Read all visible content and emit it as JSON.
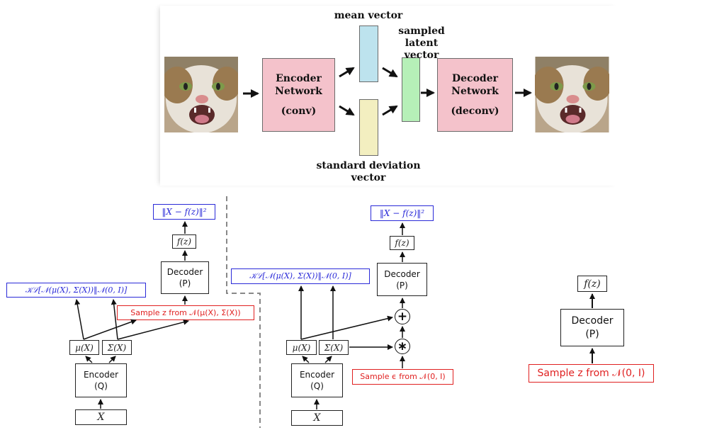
{
  "top": {
    "mean_vector": "mean vector",
    "sampled_latent": [
      "sampled",
      "latent vector"
    ],
    "std_vector": [
      "standard deviation",
      "vector"
    ],
    "encoder": [
      "Encoder",
      "Network",
      "(conv)"
    ],
    "decoder": [
      "Decoder",
      "Network",
      "(deconv)"
    ],
    "colors": {
      "net": "#f4c2cb",
      "mean": "#bde3ee",
      "std": "#f3efc0",
      "latent": "#b6f0b8"
    }
  },
  "left": {
    "loss": "‖X − f(z)‖²",
    "fz": "f(z)",
    "decoder": [
      "Decoder",
      "(P)"
    ],
    "kl": "𝒦ℒ[𝒩(μ(X), Σ(X))‖𝒩(0, I)]",
    "sample": "Sample z from 𝒩(μ(X), Σ(X))",
    "mu": "μ(X)",
    "sigma": "Σ(X)",
    "encoder": [
      "Encoder",
      "(Q)"
    ],
    "x": "X"
  },
  "middle": {
    "loss": "‖X − f(z)‖²",
    "fz": "f(z)",
    "decoder": [
      "Decoder",
      "(P)"
    ],
    "kl": "𝒦ℒ[𝒩(μ(X), Σ(X))‖𝒩(0, I)]",
    "plus": "+",
    "times": "∗",
    "sample": "Sample ϵ from 𝒩(0, I)",
    "mu": "μ(X)",
    "sigma": "Σ(X)",
    "encoder": [
      "Encoder",
      "(Q)"
    ],
    "x": "X"
  },
  "right": {
    "fz": "f(z)",
    "decoder": [
      "Decoder",
      "(P)"
    ],
    "sample": "Sample z from 𝒩(0, I)"
  },
  "colors": {
    "blue": "#2a2ad8",
    "red": "#e02020"
  }
}
